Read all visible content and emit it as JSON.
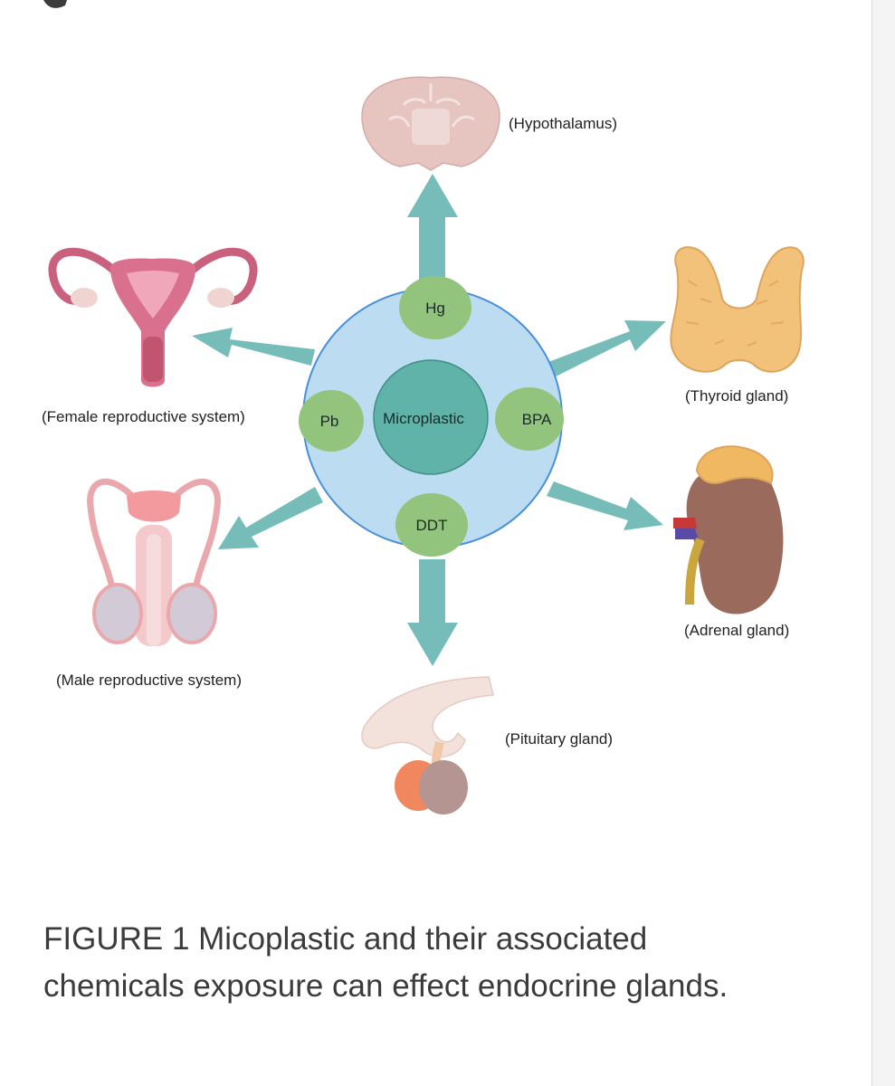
{
  "diagram": {
    "center": "Microplastic",
    "chemicals": {
      "top": "Hg",
      "left": "Pb",
      "right": "BPA",
      "bottom": "DDT"
    },
    "organs": {
      "hypothalamus": "(Hypothalamus)",
      "thyroid": "(Thyroid gland)",
      "adrenal": "(Adrenal gland)",
      "pituitary": "(Pituitary gland)",
      "male": "(Male reproductive system)",
      "female": "(Female reproductive system)"
    },
    "colors": {
      "outer_circle": "#bcdcf2",
      "outer_stroke": "#4a90d9",
      "inner_circle": "#5fb3a8",
      "chemical_bubble": "#93c47d",
      "arrow": "#76bcb9"
    }
  },
  "caption": "FIGURE 1 Micoplastic and their associated chemicals exposure can effect endocrine glands."
}
